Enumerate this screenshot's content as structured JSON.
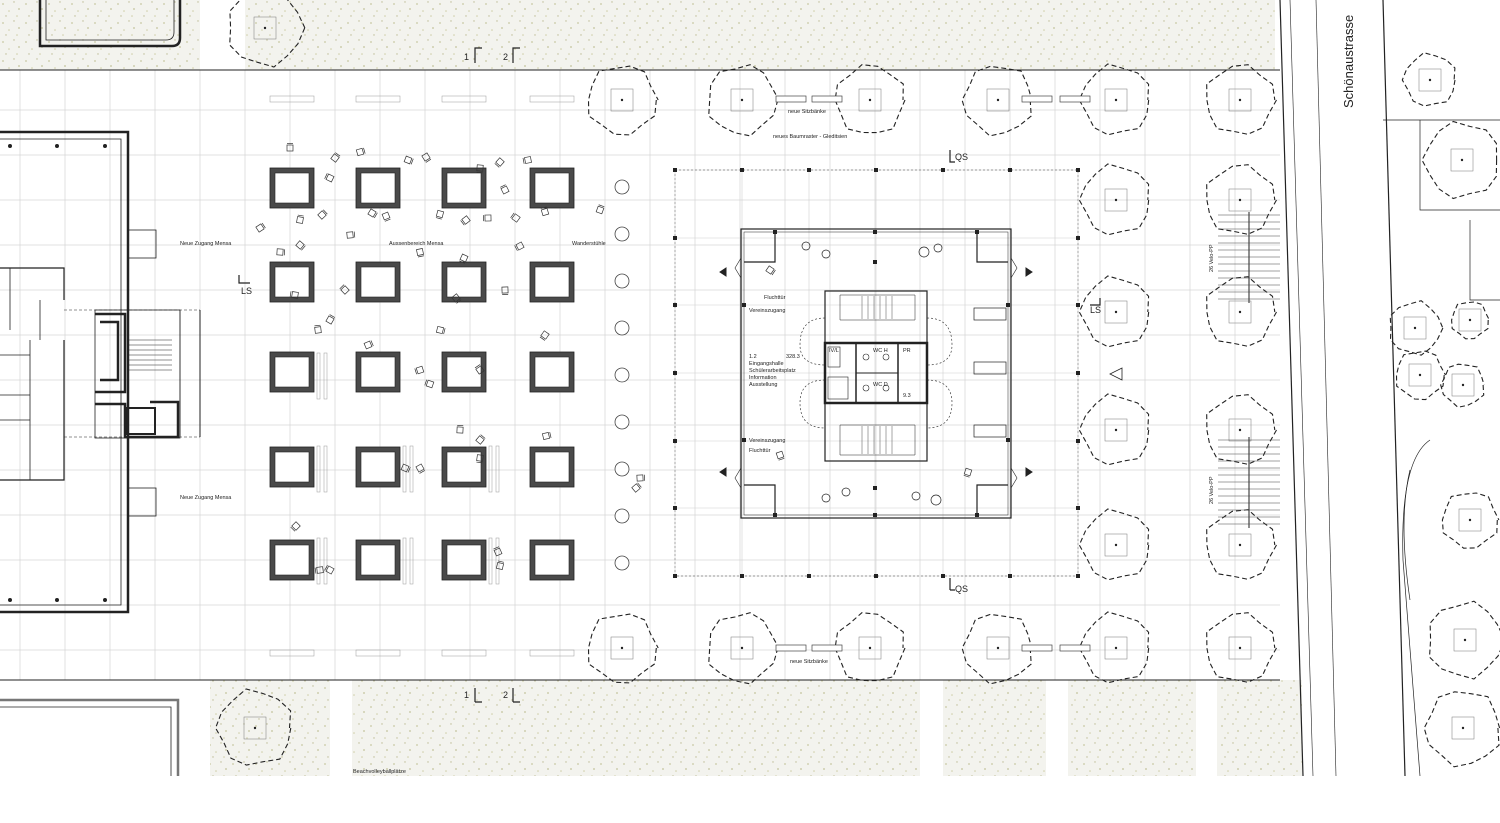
{
  "labels": {
    "neue_zugang_mensa_top": "Neue Zugang Mensa",
    "neue_zugang_mensa_bottom": "Neue Zugang Mensa",
    "aussenbereich_mensa": "Aussenbereich Mensa",
    "wanderstuehle": "Wanderstühle",
    "neue_sitzbaenke_top": "neue Sitzbänke",
    "neue_sitzbaenke_bottom": "neue Sitzbänke",
    "neues_baumraster": "neues Baumraster - Gleditsien",
    "fluchttuer_top": "Fluchttür",
    "vereinszugang_top": "Vereinszugang",
    "room_number": "1.2",
    "room_area": "328.3",
    "room_use_1": "Eingangshalle",
    "room_use_2": "Schülerarbeitsplatz",
    "room_use_3": "Information",
    "room_use_4": "Ausstellung",
    "vereinszugang_bottom": "Vereinszugang",
    "fluchttuer_bottom": "Fluchttür",
    "wc_h": "WC H",
    "wc_d": "WC D",
    "iv_l": "IV/L",
    "pr": "PR",
    "room_9_3": "9.3",
    "velo_pp_top": "26 Velo-PP",
    "velo_pp_bottom": "26 Velo-PP",
    "beachvolleyball": "Beachvolleyballplätze",
    "street": "Schönaustrasse",
    "section_1_top": "1",
    "section_2_top": "2",
    "section_1_bottom": "1",
    "section_2_bottom": "2",
    "section_qs_top": "QS",
    "section_qs_bottom": "QS",
    "section_ls_left": "LS",
    "section_ls_right": "LS"
  },
  "colors": {
    "line": "#222222",
    "grid": "#cfcfcf",
    "planter": "#4a4a4a",
    "green": "#f1f1ea",
    "dot": "#c9c8a2"
  }
}
